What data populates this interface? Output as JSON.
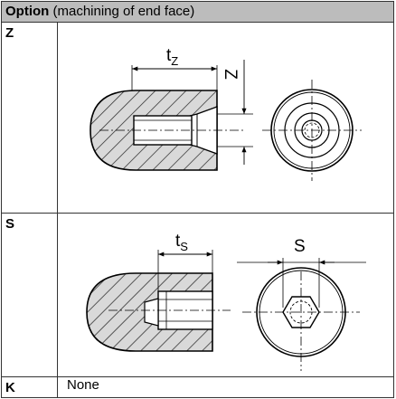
{
  "header": {
    "bold": "Option",
    "rest": " (machining of end face)"
  },
  "rows": [
    {
      "code": "Z",
      "dim_t_base": "t",
      "dim_t_sub": "Z",
      "dim_side": "Z"
    },
    {
      "code": "S",
      "dim_t_base": "t",
      "dim_t_sub": "S",
      "dim_side": "S"
    },
    {
      "code": "K",
      "text": "None"
    }
  ],
  "colors": {
    "header_bg": "#bcbcbc",
    "section_fill": "#d9d9d9",
    "border": "#333333"
  }
}
